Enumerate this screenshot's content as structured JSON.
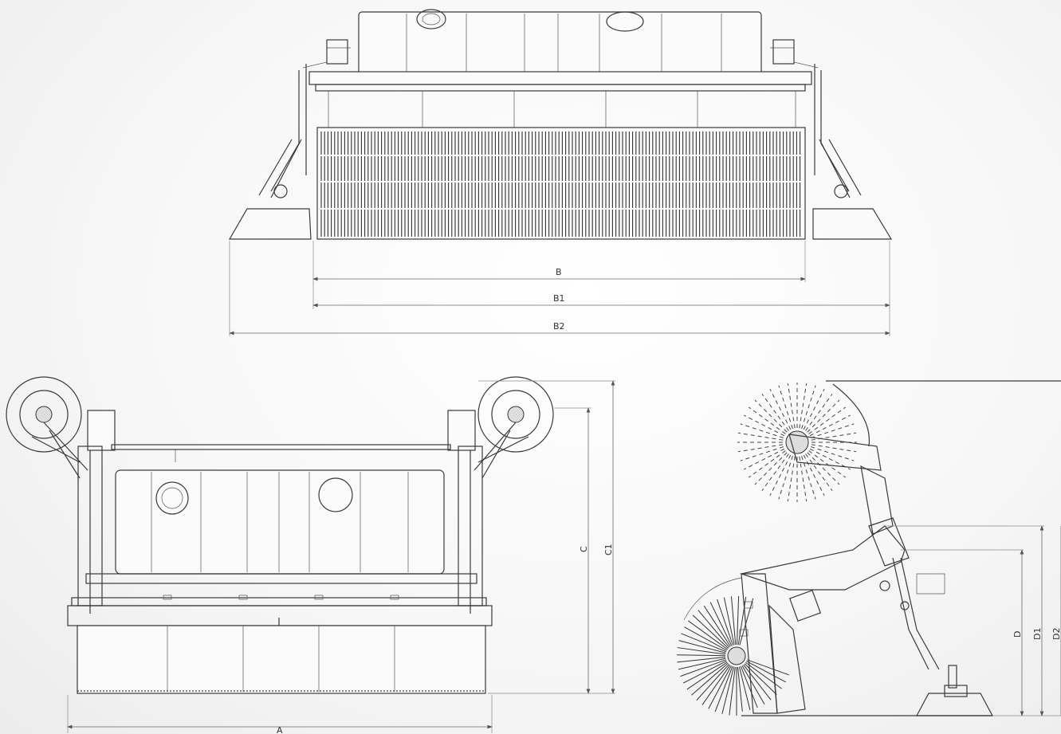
{
  "views": {
    "top": {
      "dimensions": [
        {
          "key": "B",
          "label": "B"
        },
        {
          "key": "B1",
          "label": "B1"
        },
        {
          "key": "B2",
          "label": "B2"
        }
      ]
    },
    "front": {
      "dimensions": [
        {
          "key": "A",
          "label": "A"
        },
        {
          "key": "C",
          "label": "C"
        },
        {
          "key": "C1",
          "label": "C1"
        }
      ]
    },
    "side": {
      "dimensions": [
        {
          "key": "D",
          "label": "D"
        },
        {
          "key": "D1",
          "label": "D1"
        },
        {
          "key": "D2",
          "label": "D2"
        }
      ]
    }
  }
}
